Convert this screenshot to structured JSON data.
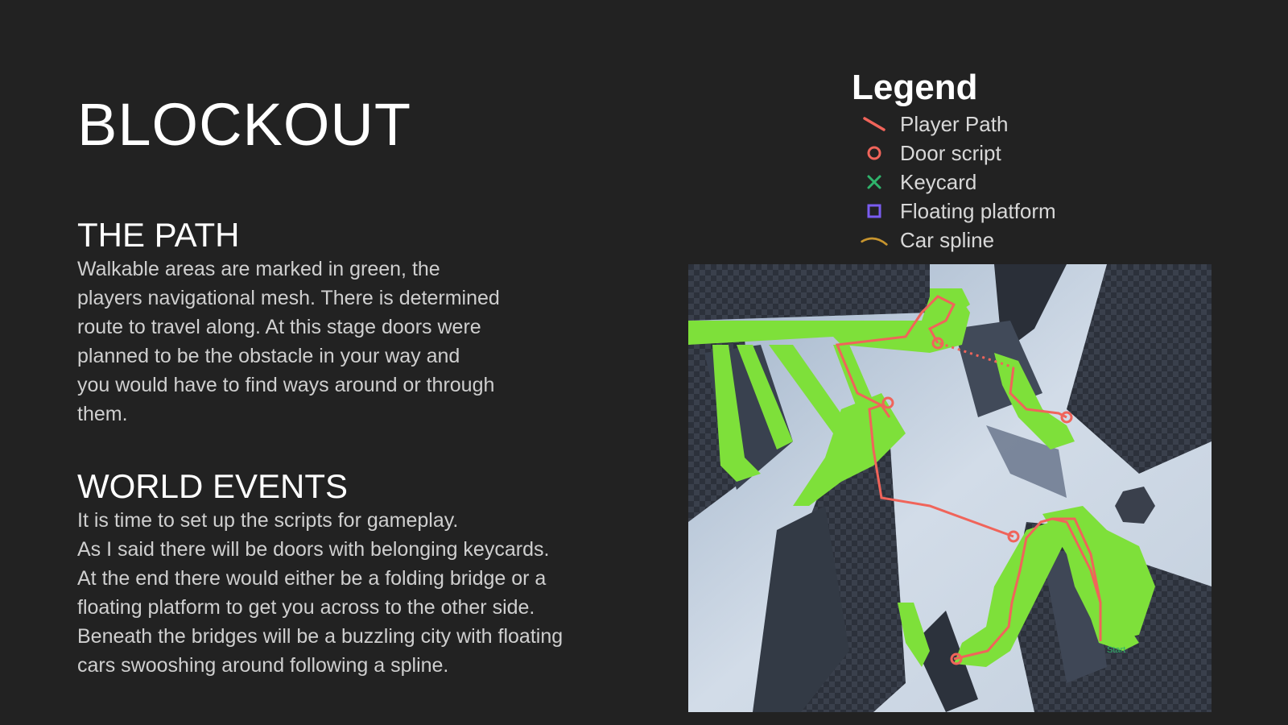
{
  "slide": {
    "title": "BLOCKOUT"
  },
  "sections": [
    {
      "heading": "THE PATH",
      "lines": [
        "Walkable areas are marked in green, the",
        "players navigational mesh. There is determined",
        "route to travel along. At this stage doors were",
        "planned to be the obstacle in your way and",
        "you would have to find ways around or through",
        "them."
      ]
    },
    {
      "heading": "WORLD EVENTS",
      "lines": [
        "It is time to set up the scripts for gameplay.",
        "As I said there will be doors with belonging keycards.",
        "At the end there would either be a folding bridge or a",
        "floating platform to get you across to the other side.",
        "Beneath the bridges will be a buzzling city with floating",
        "cars swooshing around following a spline."
      ]
    }
  ],
  "legend": {
    "title": "Legend",
    "items": [
      {
        "label": "Player Path",
        "icon": "line-icon",
        "color": "#f0645a"
      },
      {
        "label": "Door script",
        "icon": "circle-icon",
        "color": "#f0645a"
      },
      {
        "label": "Keycard",
        "icon": "cross-icon",
        "color": "#2fb36b"
      },
      {
        "label": "Floating platform",
        "icon": "square-icon",
        "color": "#7a5cf0"
      },
      {
        "label": "Car spline",
        "icon": "curve-icon",
        "color": "#c8952e"
      }
    ]
  },
  "map": {
    "start_label": "Start",
    "colors": {
      "sky": "#c9d6e6",
      "walkable": "#7ee03a",
      "path": "#f0645a",
      "building": "#2e3440"
    }
  }
}
